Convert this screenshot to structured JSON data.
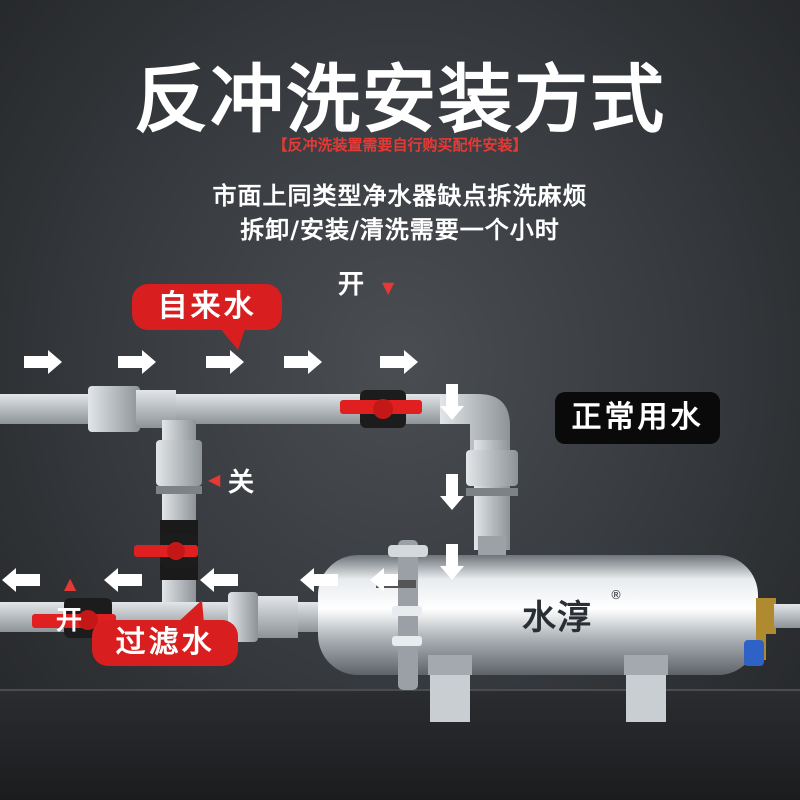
{
  "header": {
    "title": "反冲洗安装方式",
    "note": "【反冲洗装置需要自行购买配件安装】",
    "desc_line1": "市面上同类型净水器缺点拆洗麻烦",
    "desc_line2": "拆卸/安装/清洗需要一个小时"
  },
  "labels": {
    "tap_water": "自来水",
    "filtered_water": "过滤水",
    "normal_use": "正常用水",
    "open_top": "开",
    "close": "关",
    "open_bottom": "开",
    "brand": "水淳",
    "registered": "®"
  },
  "colors": {
    "accent_red": "#d81e1e",
    "pipe_gray": "#bfc4c8",
    "valve_handle": "#e02020"
  }
}
